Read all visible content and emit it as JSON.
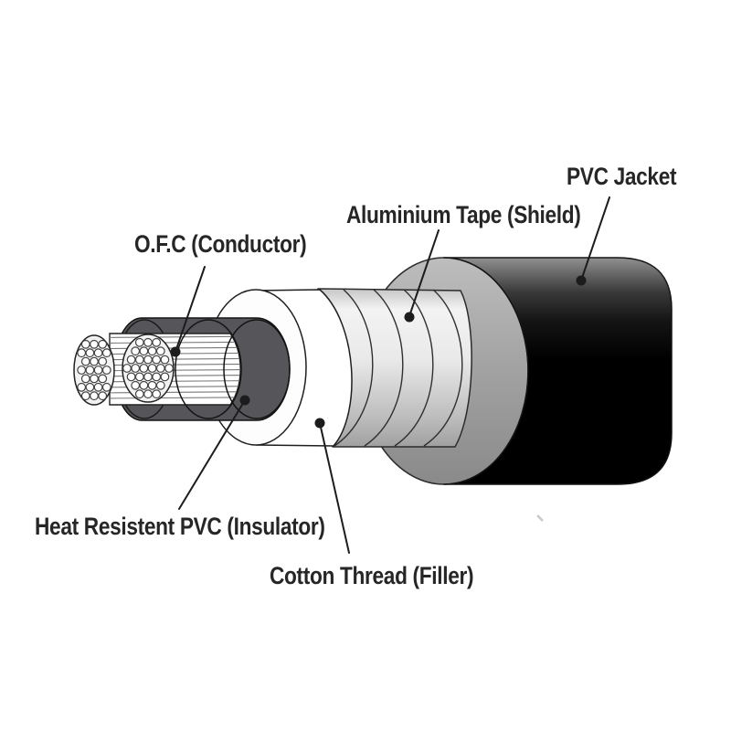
{
  "figure": {
    "type": "cable-construction-cutaway-diagram",
    "background": "#ffffff"
  },
  "labels": {
    "jacket": {
      "text": "PVC Jacket"
    },
    "shield": {
      "text": "Aluminium Tape (Shield)"
    },
    "conductor": {
      "text": "O.F.C (Conductor)"
    },
    "insulator": {
      "text": "Heat Resistent PVC (Insulator)"
    },
    "filler": {
      "text": "Cotton Thread (Filler)"
    }
  },
  "parts": {
    "jacket": {
      "name": "PVC Jacket",
      "color": "#000000",
      "face_color": "#a5a5a5"
    },
    "shield": {
      "name": "Aluminium Tape (Shield)",
      "color": "#e2e2e2"
    },
    "filler": {
      "name": "Cotton Thread (Filler)",
      "color": "#ffffff"
    },
    "insulator": {
      "name": "Heat Resistent PVC (Insulator)",
      "color": "#56565a"
    },
    "conductor": {
      "name": "O.F.C (Conductor)",
      "color": "#ffffff",
      "stroke": "#414141"
    }
  },
  "line_color": "#1c1c1c",
  "text_color": "#262626"
}
